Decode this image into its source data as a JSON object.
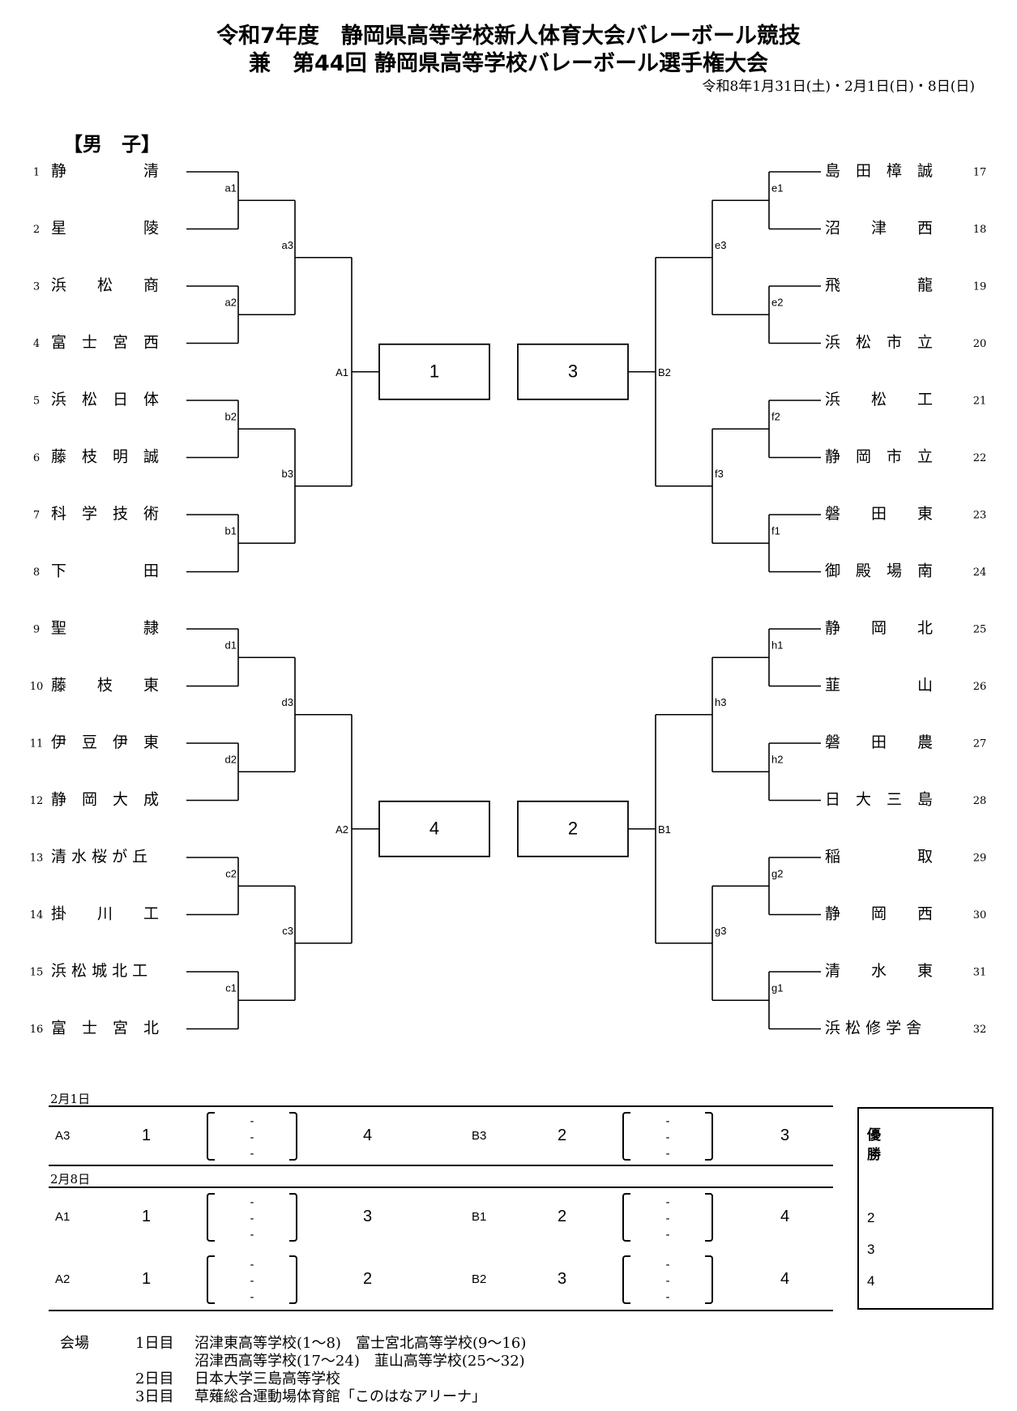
{
  "header": {
    "title_line1": "令和7年度　静岡県高等学校新人体育大会バレーボール競技",
    "title_line2": "兼　第44回 静岡県高等学校バレーボール選手権大会",
    "dates": "令和8年1月31日(土)・2月1日(日)・8日(日)",
    "division": "【男　子】"
  },
  "teams": [
    {
      "seed": "1",
      "name": "静　　　　　清"
    },
    {
      "seed": "2",
      "name": "星　　　　　陵"
    },
    {
      "seed": "3",
      "name": "浜　　松　　商"
    },
    {
      "seed": "4",
      "name": "富　士　宮　西"
    },
    {
      "seed": "5",
      "name": "浜　松　日　体"
    },
    {
      "seed": "6",
      "name": "藤　枝　明　誠"
    },
    {
      "seed": "7",
      "name": "科　学　技　術"
    },
    {
      "seed": "8",
      "name": "下　　　　　田"
    },
    {
      "seed": "9",
      "name": "聖　　　　　隷"
    },
    {
      "seed": "10",
      "name": "藤　　枝　　東"
    },
    {
      "seed": "11",
      "name": "伊　豆　伊　東"
    },
    {
      "seed": "12",
      "name": "静　岡　大　成"
    },
    {
      "seed": "13",
      "name": "清 水 桜 が 丘"
    },
    {
      "seed": "14",
      "name": "掛　　川　　工"
    },
    {
      "seed": "15",
      "name": "浜 松 城 北 工"
    },
    {
      "seed": "16",
      "name": "富　士　宮　北"
    },
    {
      "seed": "17",
      "name": "島　田　樟　誠"
    },
    {
      "seed": "18",
      "name": "沼　　津　　西"
    },
    {
      "seed": "19",
      "name": "飛　　　　　龍"
    },
    {
      "seed": "20",
      "name": "浜　松　市　立"
    },
    {
      "seed": "21",
      "name": "浜　　松　　工"
    },
    {
      "seed": "22",
      "name": "静　岡　市　立"
    },
    {
      "seed": "23",
      "name": "磐　　田　　東"
    },
    {
      "seed": "24",
      "name": "御　殿　場　南"
    },
    {
      "seed": "25",
      "name": "静　　岡　　北"
    },
    {
      "seed": "26",
      "name": "韮　　　　　山"
    },
    {
      "seed": "27",
      "name": "磐　　田　　農"
    },
    {
      "seed": "28",
      "name": "日　大　三　島"
    },
    {
      "seed": "29",
      "name": "稲　　　　　取"
    },
    {
      "seed": "30",
      "name": "静　　岡　　西"
    },
    {
      "seed": "31",
      "name": "清　　水　　東"
    },
    {
      "seed": "32",
      "name": "浜 松 修 学 舎"
    }
  ],
  "matches": {
    "a1": "a1",
    "a2": "a2",
    "a3": "a3",
    "b1": "b1",
    "b2": "b2",
    "b3": "b3",
    "d1": "d1",
    "d2": "d2",
    "d3": "d3",
    "c1": "c1",
    "c2": "c2",
    "c3": "c3",
    "e1": "e1",
    "e2": "e2",
    "e3": "e3",
    "f1": "f1",
    "f2": "f2",
    "f3": "f3",
    "h1": "h1",
    "h2": "h2",
    "h3": "h3",
    "g1": "g1",
    "g2": "g2",
    "g3": "g3",
    "A1": "A1",
    "A2": "A2",
    "B1": "B1",
    "B2": "B2"
  },
  "blocks": {
    "tl": "1",
    "tr": "3",
    "bl": "4",
    "br": "2"
  },
  "schedule": {
    "day1_date": "2月1日",
    "day2_date": "2月8日",
    "dash": "-",
    "rows": [
      {
        "l_label": "A3",
        "l_t1": "1",
        "l_t2": "4",
        "r_label": "B3",
        "r_t1": "2",
        "r_t2": "3"
      },
      {
        "l_label": "A1",
        "l_t1": "1",
        "l_t2": "3",
        "r_label": "B1",
        "r_t1": "2",
        "r_t2": "4"
      },
      {
        "l_label": "A2",
        "l_t1": "1",
        "l_t2": "2",
        "r_label": "B2",
        "r_t1": "3",
        "r_t2": "4"
      }
    ]
  },
  "winners": {
    "champ_1": "優",
    "champ_2": "勝",
    "second": "2",
    "third": "3",
    "fourth": "4"
  },
  "venue": {
    "label": "会場",
    "day1_label": "1日目",
    "day1_line1": "沼津東高等学校(1〜8)　富士宮北高等学校(9〜16)",
    "day1_line2": "沼津西高等学校(17〜24)　韮山高等学校(25〜32)",
    "day2_label": "2日目",
    "day2_line": "日本大学三島高等学校",
    "day3_label": "3日目",
    "day3_line": "草薙総合運動場体育館「このはなアリーナ」"
  }
}
